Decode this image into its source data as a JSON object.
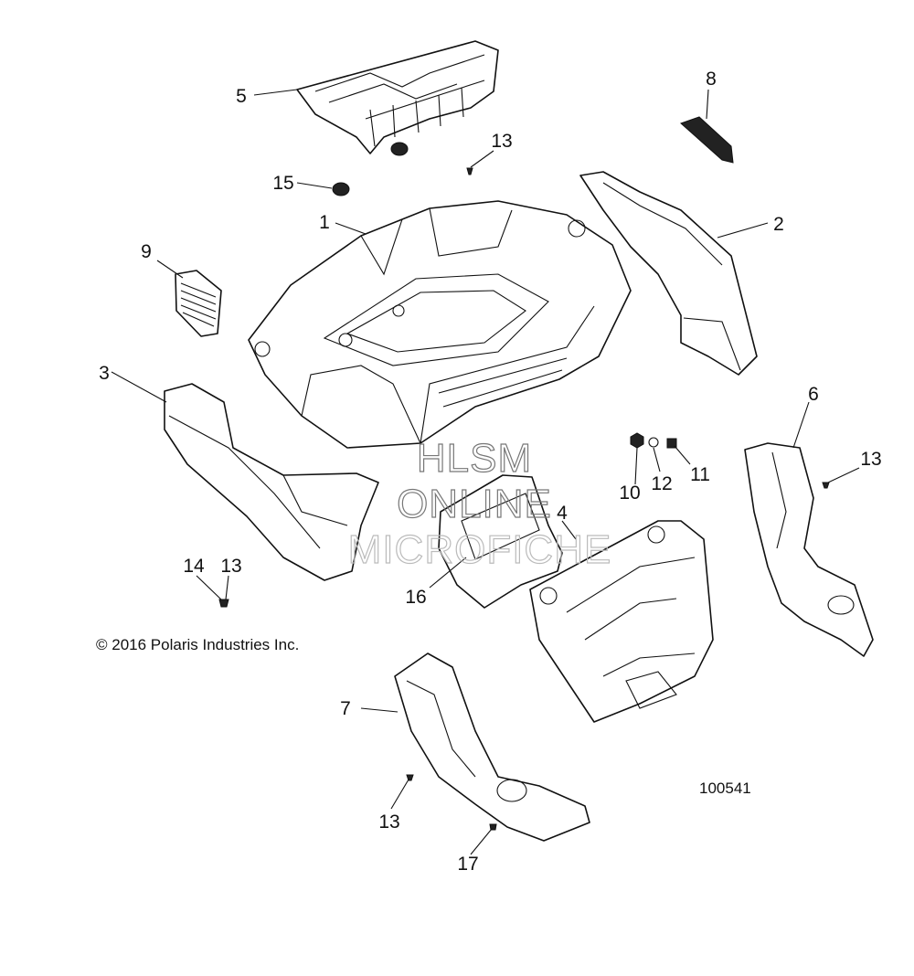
{
  "callouts": [
    "1",
    "2",
    "3",
    "4",
    "5",
    "6",
    "7",
    "8",
    "9",
    "10",
    "11",
    "12",
    "13",
    "13",
    "13",
    "13",
    "14",
    "15",
    "16",
    "17"
  ],
  "copyright": "© 2016 Polaris Industries Inc.",
  "figure_number": "100541",
  "watermark": [
    "HLSM",
    "ONLINE",
    "MICROFICHE"
  ]
}
